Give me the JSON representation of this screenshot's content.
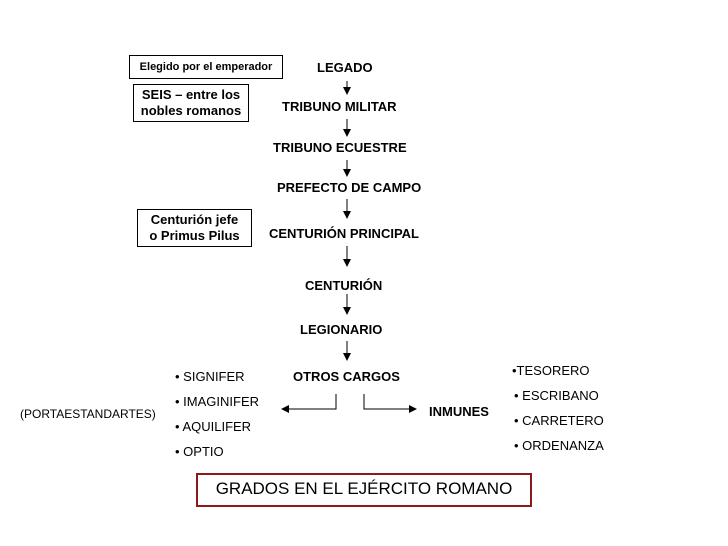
{
  "side_notes": {
    "emperor": "Elegido por el emperador",
    "six": [
      "SEIS – entre los",
      "nobles romanos"
    ],
    "chief": [
      "Centurión jefe",
      "o Primus Pilus"
    ]
  },
  "ranks": [
    "LEGADO",
    "TRIBUNO MILITAR",
    "TRIBUNO ECUESTRE",
    "PREFECTO DE CAMPO",
    "CENTURIÓN PRINCIPAL",
    "CENTURIÓN",
    "LEGIONARIO"
  ],
  "otros_cargos": "OTROS CARGOS",
  "left_group": {
    "items": [
      "• SIGNIFER",
      "• IMAGINIFER",
      "• AQUILIFER",
      "• OPTIO"
    ],
    "note": "(PORTAESTANDARTES)"
  },
  "right_group": {
    "label": "INMUNES",
    "items": [
      "•TESORERO",
      "• ESCRIBANO",
      "• CARRETERO",
      "• ORDENANZA"
    ]
  },
  "title": "GRADOS EN EL EJÉRCITO ROMANO"
}
